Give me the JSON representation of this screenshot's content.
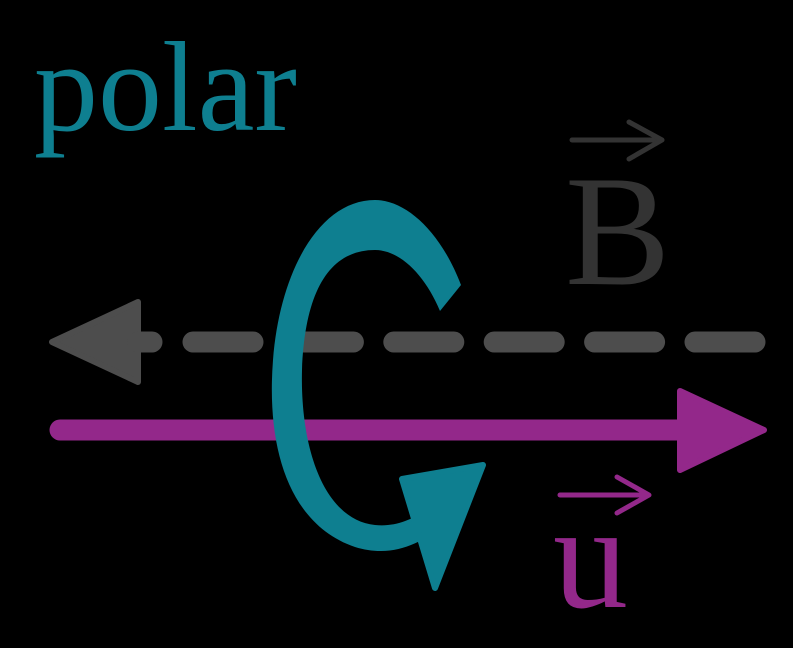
{
  "title": {
    "text": "polar",
    "color": "#0e7f90"
  },
  "field_label": {
    "symbol": "B",
    "vector_arrow": "→",
    "color": "#333333"
  },
  "velocity_label": {
    "symbol": "u",
    "vector_arrow": "→",
    "color": "#93288a"
  },
  "colors": {
    "background": "#000000",
    "field_line": "#4d4d4d",
    "velocity_line": "#93288a",
    "rotation_arrow": "#0e7f90"
  },
  "elements": {
    "field_arrow": {
      "direction": "left",
      "style": "dashed"
    },
    "velocity_arrow": {
      "direction": "right",
      "style": "solid"
    },
    "rotation_arrow": {
      "shape": "curved-around-axis"
    }
  }
}
